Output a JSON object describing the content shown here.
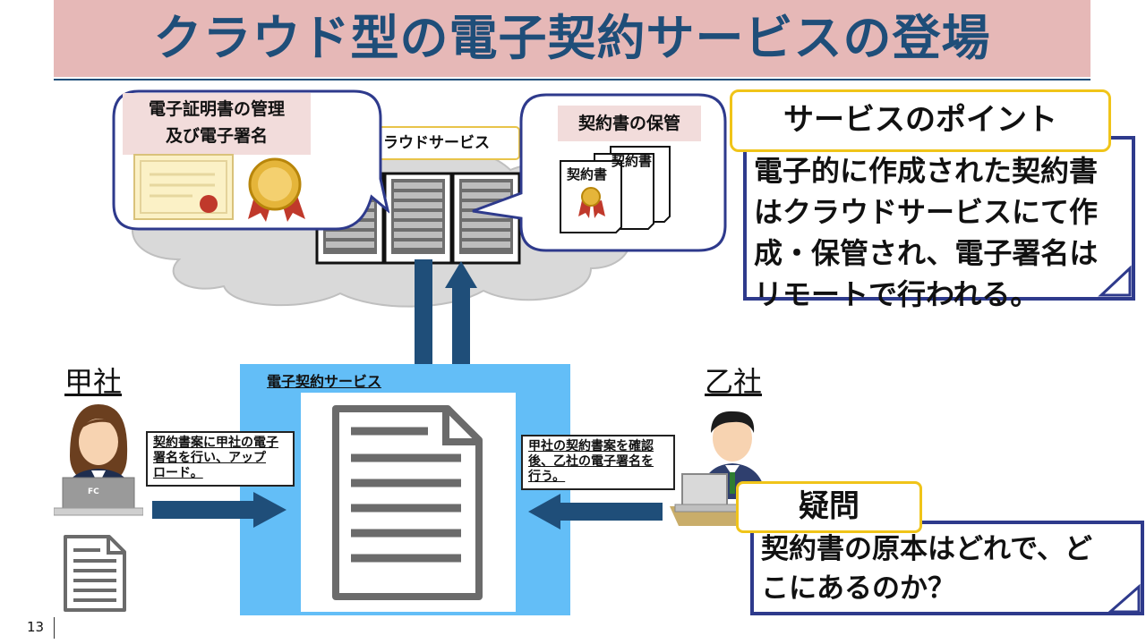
{
  "title": "クラウド型の電子契約サービスの登場",
  "cloud": {
    "label": "クラウドサービス",
    "left_bubble_lines": [
      "電子証明書の管理",
      "及び電子署名"
    ],
    "right_bubble_label": "契約書の保管",
    "doc_label_front": "契約書",
    "doc_label_back": "契約書"
  },
  "point": {
    "title": "サービスのポイント",
    "lines": [
      "電子的に作成された契約書",
      "はクラウドサービスにて作",
      "成・保管され、電子署名は",
      "リモートで行われる。"
    ]
  },
  "service": {
    "label": "電子契約サービス"
  },
  "company_a": {
    "name": "甲社",
    "laptop_logo": "FC",
    "note_lines": [
      "契約書案に甲社の電子",
      "署名を行い、アップ",
      "ロード。"
    ]
  },
  "company_b": {
    "name": "乙社",
    "note_lines": [
      "甲社の契約書案を確認",
      "後、乙社の電子署名を",
      "行う。"
    ]
  },
  "question": {
    "title": "疑問",
    "lines": [
      "契約書の原本はどれで、ど",
      "こにあるのか？"
    ]
  },
  "page_number": "13",
  "colors": {
    "title_band": "#e6b8b7",
    "title_text": "#1f4e79",
    "arrow": "#1f4e79",
    "service_area": "#63bef7",
    "bubble_border": "#2e3a8c",
    "label_border": "#f0c419"
  }
}
